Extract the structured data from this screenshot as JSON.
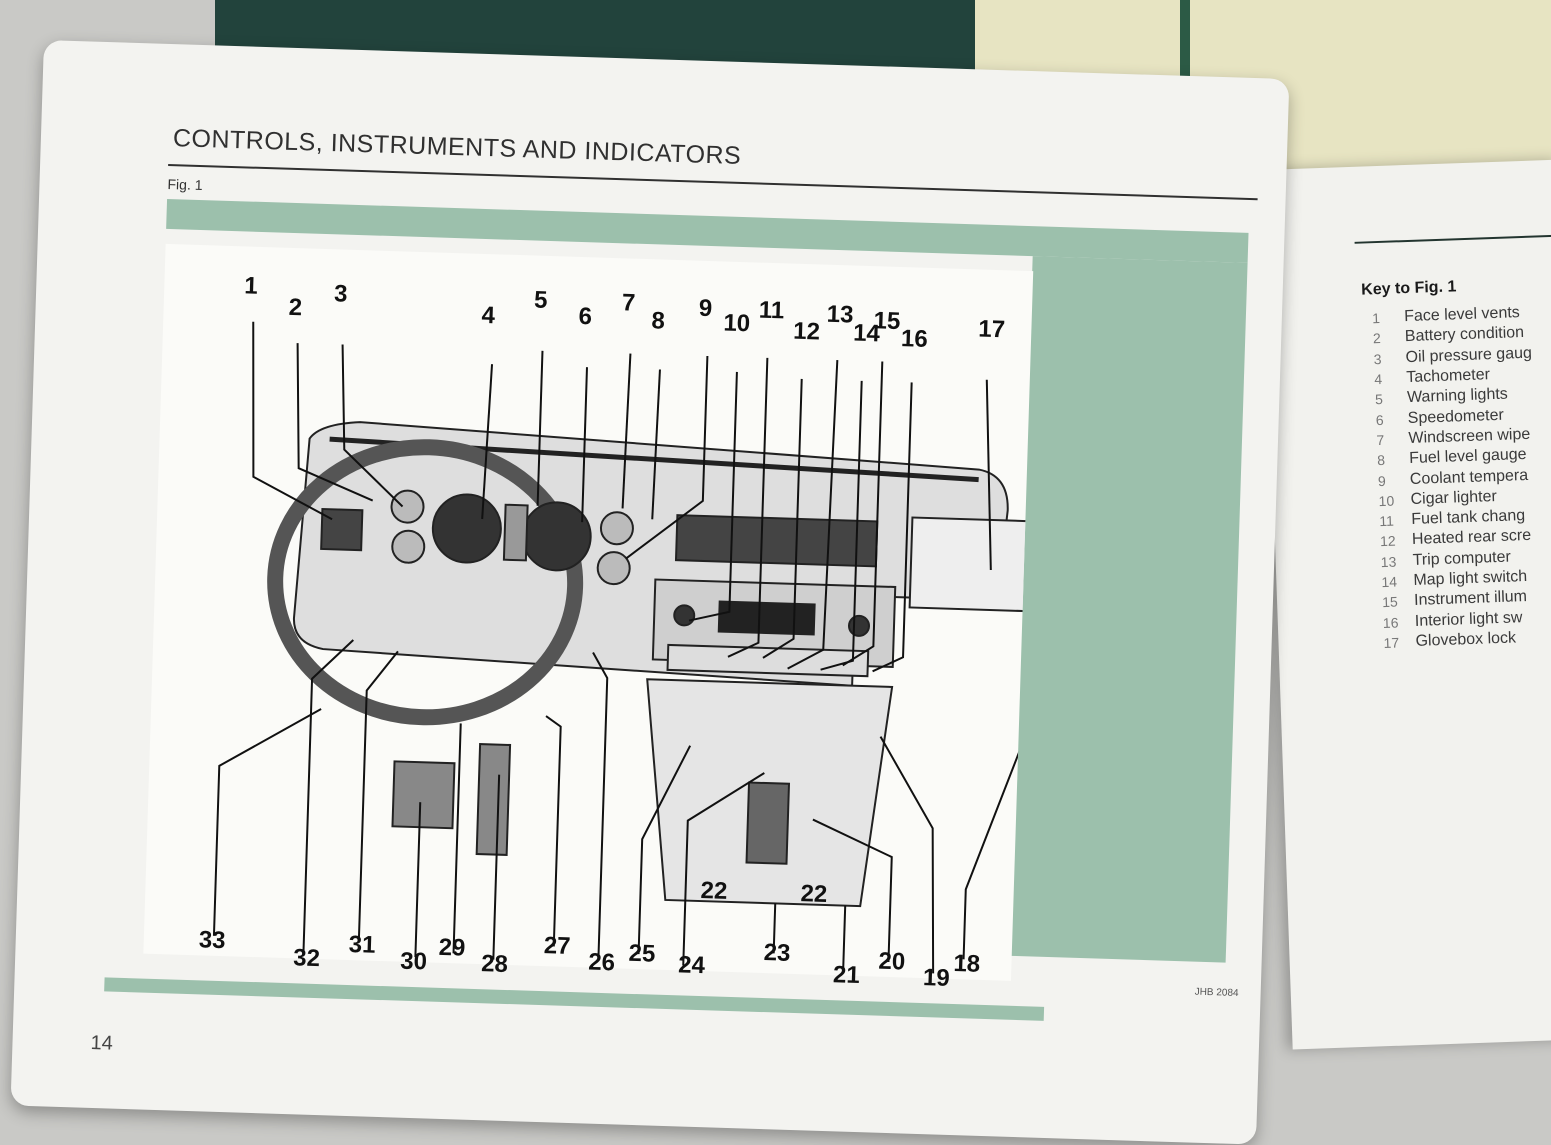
{
  "page": {
    "title": "CONTROLS, INSTRUMENTS AND INDICATORS",
    "figure_label": "Fig. 1",
    "page_number": "14",
    "figure_reference": "JHB 2084"
  },
  "key": {
    "title": "Key to Fig. 1",
    "items": [
      {
        "num": "1",
        "label": "Face level vents"
      },
      {
        "num": "2",
        "label": "Battery condition"
      },
      {
        "num": "3",
        "label": "Oil pressure gaug"
      },
      {
        "num": "4",
        "label": "Tachometer"
      },
      {
        "num": "5",
        "label": "Warning lights"
      },
      {
        "num": "6",
        "label": "Speedometer"
      },
      {
        "num": "7",
        "label": "Windscreen wipe"
      },
      {
        "num": "8",
        "label": "Fuel level gauge"
      },
      {
        "num": "9",
        "label": "Coolant tempera"
      },
      {
        "num": "10",
        "label": "Cigar lighter"
      },
      {
        "num": "11",
        "label": "Fuel tank chang"
      },
      {
        "num": "12",
        "label": "Heated rear scre"
      },
      {
        "num": "13",
        "label": "Trip computer"
      },
      {
        "num": "14",
        "label": "Map light switch"
      },
      {
        "num": "15",
        "label": "Instrument illum"
      },
      {
        "num": "16",
        "label": "Interior light sw"
      },
      {
        "num": "17",
        "label": "Glovebox lock"
      }
    ]
  },
  "callouts": [
    "1",
    "2",
    "3",
    "4",
    "5",
    "6",
    "7",
    "8",
    "9",
    "10",
    "11",
    "12",
    "13",
    "14",
    "15",
    "16",
    "17",
    "18",
    "19",
    "20",
    "21",
    "22",
    "22",
    "23",
    "24",
    "25",
    "26",
    "27",
    "28",
    "29",
    "30",
    "31",
    "32",
    "33"
  ],
  "colors": {
    "teal": "#9cc0ac",
    "page": "#f3f3f0",
    "ink": "#111111",
    "dark_cover": "#22433c"
  }
}
